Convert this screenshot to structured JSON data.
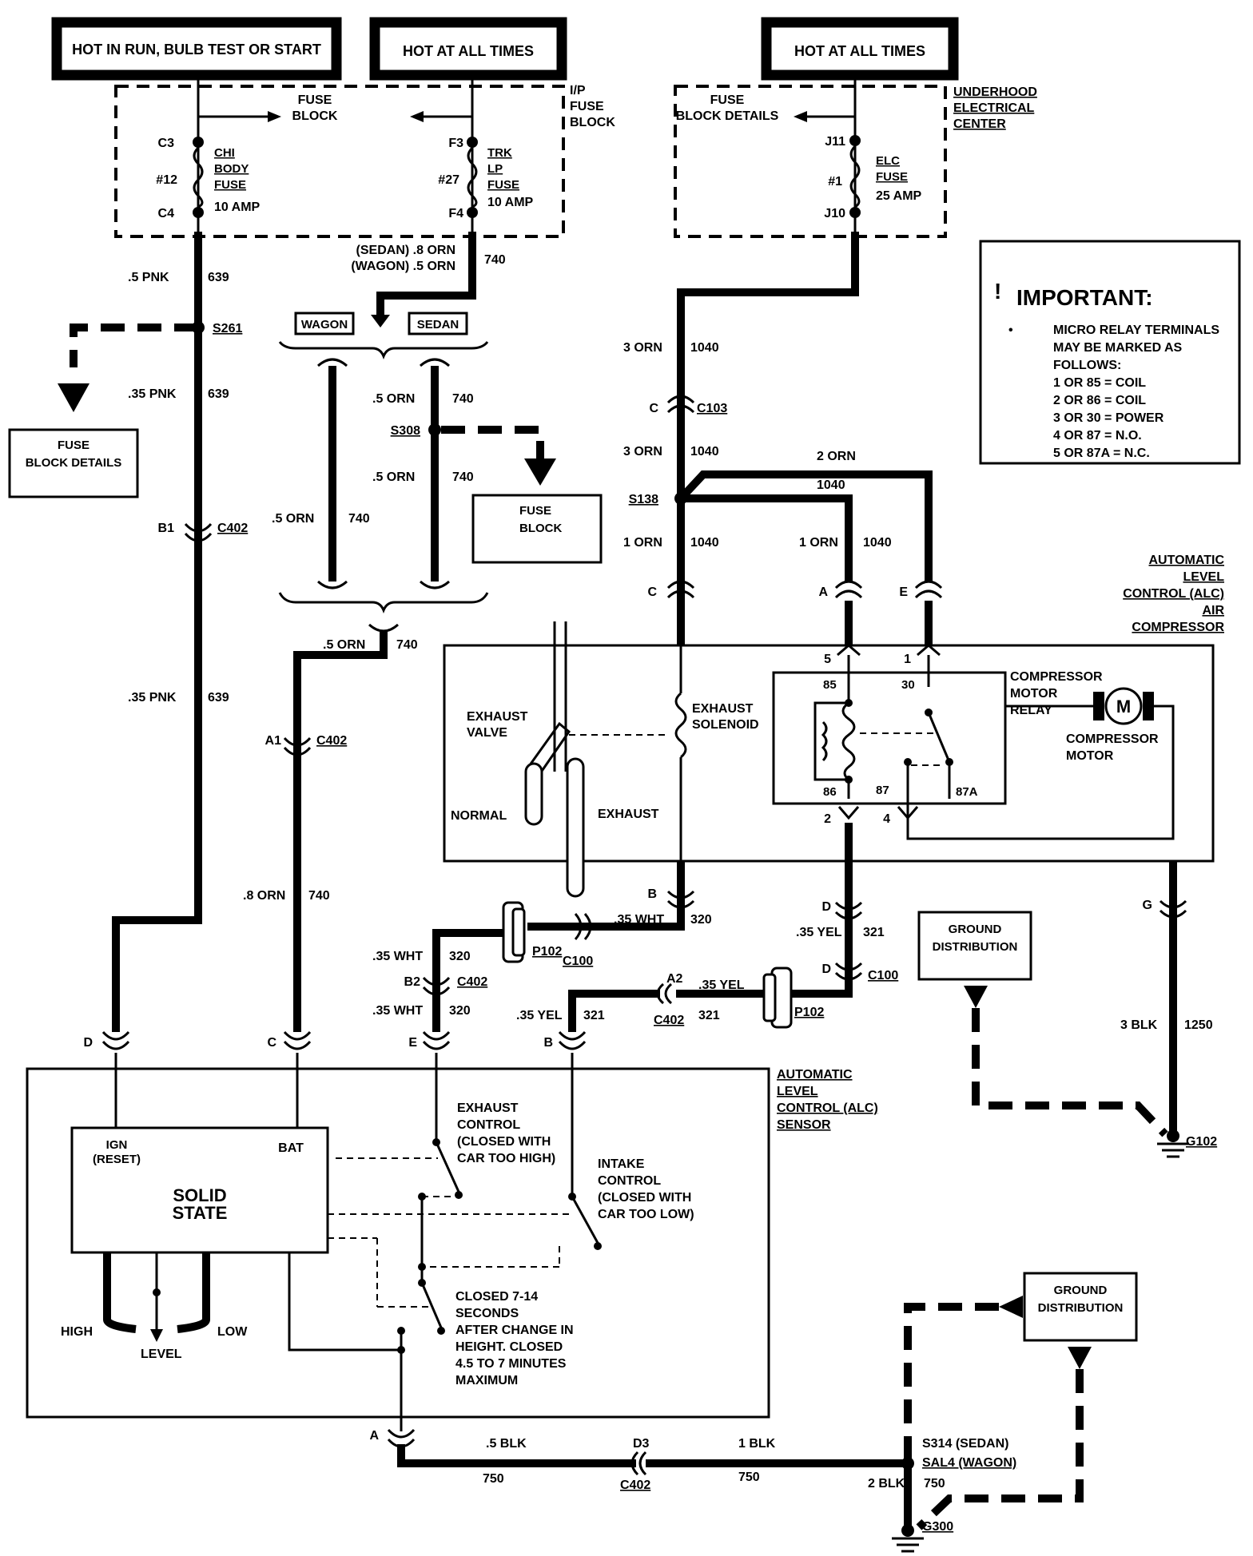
{
  "headers": {
    "hot_run": "HOT IN RUN, BULB TEST OR START",
    "hot_all_1": "HOT AT ALL TIMES",
    "hot_all_2": "HOT AT ALL TIMES"
  },
  "ip_fuse_block": {
    "fuse_block": "FUSE\nBLOCK",
    "side_label": "I/P\nFUSE\nBLOCK",
    "left_fuse": {
      "top": "C3",
      "bottom": "C4",
      "num": "#12",
      "name": "CHI\nBODY\nFUSE",
      "amp": "10 AMP"
    },
    "right_fuse": {
      "top": "F3",
      "bottom": "F4",
      "num": "#27",
      "name": "TRK\nLP\nFUSE",
      "amp": "10 AMP"
    }
  },
  "underhood": {
    "side_label": "UNDERHOOD\nELECTRICAL\nCENTER",
    "details": "FUSE\nBLOCK DETAILS",
    "top": "J11",
    "bottom": "J10",
    "num": "#1",
    "name": "ELC\nFUSE",
    "amp": "25 AMP"
  },
  "important": {
    "title": "IMPORTANT:",
    "bang": "!",
    "bullet": "•",
    "lines": [
      "MICRO RELAY TERMINALS",
      "MAY BE MARKED AS",
      "FOLLOWS:",
      "1 OR 85 = COIL",
      "2 OR 86 = COIL",
      "3 OR 30 = POWER",
      "4 OR 87 = N.O.",
      "5 OR 87A = N.C."
    ]
  },
  "wires": {
    "w639a": ".5  PNK",
    "w639a_n": "639",
    "w639b": ".35 PNK",
    "w639b_n": "639",
    "w639c": ".35 PNK",
    "w639c_n": "639",
    "w740_sedan": "(SEDAN)  .8  ORN",
    "w740_wagon": "(WAGON)  .5  ORN",
    "w740_n": "740",
    "w740_s1": ".5  ORN",
    "w740_s1_n": "740",
    "w740_s2": ".5  ORN",
    "w740_s2_n": "740",
    "w740_left": ".5  ORN",
    "w740_left_n": "740",
    "w740_c": ".5  ORN",
    "w740_c_n": "740",
    "w740_d": ".8 ORN",
    "w740_d_n": "740",
    "w1040_a": "3 ORN",
    "w1040_a_n": "1040",
    "w1040_b": "3 ORN",
    "w1040_b_n": "1040",
    "w1040_c": "1 ORN",
    "w1040_c_n": "1040",
    "w1040_d": "1 ORN",
    "w1040_d_n": "1040",
    "w1040_e": "2 ORN",
    "w1040_e_n": "1040",
    "w320_a": ".35 WHT",
    "w320_a_n": "320",
    "w320_b": ".35 WHT",
    "w320_b_n": "320",
    "w320_c": ".35 WHT",
    "w320_c_n": "320",
    "w321_a": ".35 YEL",
    "w321_a_n": "321",
    "w321_b": ".35 YEL",
    "w321_b_n": "321",
    "w321_c": ".35 YEL",
    "w321_c_n": "321",
    "w1250": "3 BLK",
    "w1250_n": "1250",
    "w750_a": ".5 BLK",
    "w750_a_n": "750",
    "w750_b": "1 BLK",
    "w750_b_n": "750",
    "w750_c": "2 BLK",
    "w750_c_n": "750"
  },
  "splices": {
    "s261": "S261",
    "s308": "S308",
    "s138": "S138",
    "s314": "S314  (SEDAN)",
    "sal4": "SAL4  (WAGON)"
  },
  "connectors": {
    "c402_b1": "C402",
    "b1": "B1",
    "c402_a1": "C402",
    "a1": "A1",
    "c402_b2": "C402",
    "b2": "B2",
    "c402_a2": "C402",
    "a2": "A2",
    "c402_d3": "C402",
    "d3": "D3",
    "c103": "C103",
    "c103_pin": "C",
    "c_pin": "C",
    "a_pin": "A",
    "e_pin": "E",
    "b_pin": "B",
    "d_pin": "D",
    "g_pin": "G",
    "c100_a": "C100",
    "c100_b": "C100",
    "d_pin2": "D",
    "p102_a": "P102",
    "p102_b": "P102",
    "sensor_d": "D",
    "sensor_c": "C",
    "sensor_e": "E",
    "sensor_b": "B",
    "sensor_a": "A"
  },
  "labels": {
    "wagon": "WAGON",
    "sedan": "SEDAN",
    "fuse_details_left": "FUSE\nBLOCK  DETAILS",
    "fuse_block_mid": "FUSE\nBLOCK",
    "alc_compressor": "AUTOMATIC\nLEVEL\nCONTROL (ALC)\nAIR\nCOMPRESSOR",
    "exhaust_valve": "EXHAUST\nVALVE",
    "normal": "NORMAL",
    "exhaust": "EXHAUST",
    "exhaust_solenoid": "EXHAUST\nSOLENOID",
    "relay": "COMPRESSOR\nMOTOR\nRELAY",
    "motor": "COMPRESSOR\nMOTOR",
    "motor_symbol": "M",
    "relay_85": "85",
    "relay_30": "30",
    "relay_86": "86",
    "relay_87": "87",
    "relay_87a": "87A",
    "relay_p5": "5",
    "relay_p1": "1",
    "relay_p2": "2",
    "relay_p4": "4",
    "ground_dist_1": "GROUND\nDISTRIBUTION",
    "ground_dist_2": "GROUND\nDISTRIBUTION",
    "g102": "G102",
    "g300": "G300",
    "alc_sensor": "AUTOMATIC\nLEVEL\nCONTROL (ALC)\nSENSOR",
    "ign": "IGN\n(RESET)",
    "bat": "BAT",
    "solid_state": "SOLID\nSTATE",
    "high": "HIGH",
    "level": "LEVEL",
    "low": "LOW",
    "exhaust_control": "EXHAUST\nCONTROL\n(CLOSED WITH\nCAR TOO HIGH)",
    "intake_control": "INTAKE\nCONTROL\n(CLOSED WITH\nCAR TOO LOW)",
    "closed_note": "CLOSED 7-14\nSECONDS\nAFTER CHANGE IN\nHEIGHT.  CLOSED\n4.5 TO 7 MINUTES\nMAXIMUM"
  }
}
